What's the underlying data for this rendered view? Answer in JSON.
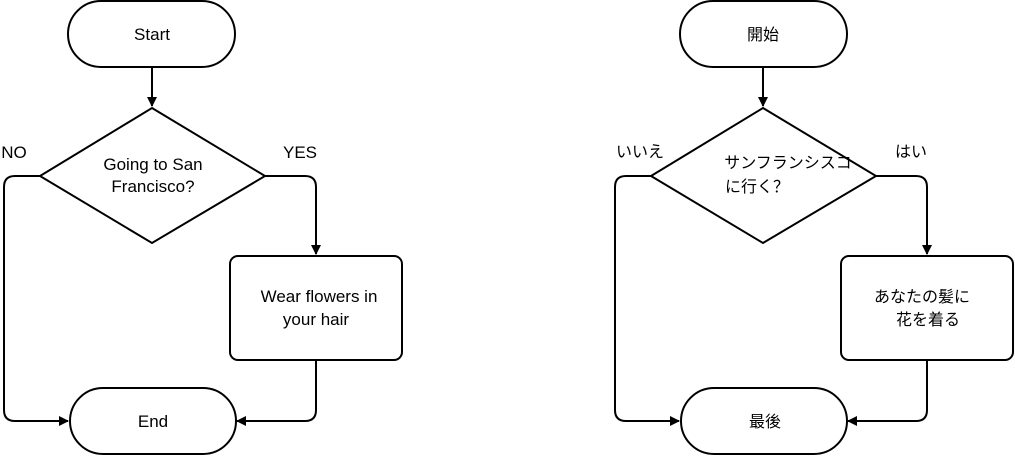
{
  "diagrams": [
    {
      "lang": "en",
      "start": "Start",
      "decision": [
        "Going to San",
        "Francisco?"
      ],
      "action": [
        "Wear flowers in",
        "your hair"
      ],
      "end": "End",
      "yes_label": "YES",
      "no_label": "NO"
    },
    {
      "lang": "ja",
      "start": "開始",
      "decision": [
        "サンフランシスコ",
        "に行く？"
      ],
      "action": [
        "あなたの髪に",
        "花を着る"
      ],
      "end": "最後",
      "yes_label": "はい",
      "no_label": "いいえ"
    }
  ],
  "colors": {
    "stroke": "#000000",
    "fill": "#ffffff"
  }
}
